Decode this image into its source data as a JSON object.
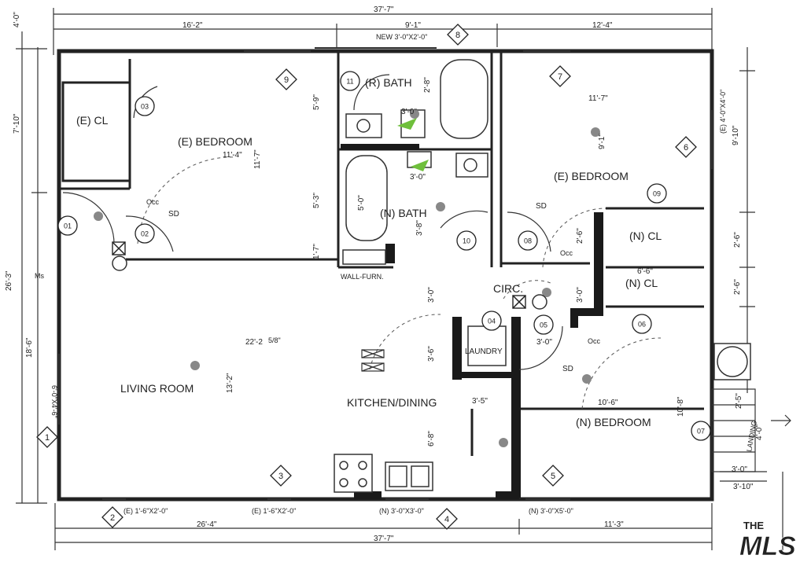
{
  "rooms": {
    "e_cl": "(E) CL",
    "e_bedroom_nw": "(E) BEDROOM",
    "r_bath": "(R) BATH",
    "n_bath": "(N) BATH",
    "e_bedroom_ne": "(E) BEDROOM",
    "n_cl_1": "(N) CL",
    "n_cl_2": "(N) CL",
    "circ": "CIRC.",
    "laundry": "LAUNDRY",
    "living_room": "LIVING ROOM",
    "kitchen_dining": "KITCHEN/DINING",
    "n_bedroom": "(N) BEDROOM"
  },
  "door_tags": [
    "01",
    "02",
    "03",
    "04",
    "05",
    "06",
    "07",
    "08",
    "09",
    "10",
    "11"
  ],
  "window_tags": [
    "1",
    "2",
    "3",
    "4",
    "5",
    "6",
    "7",
    "8",
    "9"
  ],
  "dimensions": {
    "top_overall": "37'-7\"",
    "top_left": "16'-2\"",
    "top_mid": "9'-1\"",
    "top_right": "12'-4\"",
    "bottom_overall": "37'-7\"",
    "bottom_left": "26'-4\"",
    "bottom_right": "11'-3\"",
    "left_top": "4'-0\"",
    "left_upper": "7'-10\"",
    "left_total": "26'-3\"",
    "left_lower": "18'-6\"",
    "bed_w": "11'-4\"",
    "bed_h": "11'-7\"",
    "dim_5_9": "5'-9\"",
    "dim_5_3": "5'-3\"",
    "dim_1_7": "1'-7\"",
    "bath_2_8": "2'-8\"",
    "bath_3_0": "3'-0\"",
    "bath_3_0b": "3'-0\"",
    "bath_5_0": "5'-0\"",
    "bath_3_8": "3'-8\"",
    "ebed_w": "11'-7\"",
    "ebed_h": "9'-1\"",
    "right_9_10": "9'-10\"",
    "dim_2_6": "2'-6\"",
    "right_2_6a": "2'-6\"",
    "right_2_6b": "2'-6\"",
    "cl_6_6": "6'-6\"",
    "circ_3_0a": "3'-0\"",
    "circ_3_0b": "3'-0\"",
    "circ_3_0c": "3'-0\"",
    "kit_22": "22'-2",
    "kit_22_frac": "5/8\"",
    "kit_3_6": "3'-6\"",
    "kit_13_2": "13'-2\"",
    "kit_6_8": "6'-8\"",
    "laundry_3_5": "3'-5\"",
    "nbed_w": "10'-6\"",
    "nbed_h": "10'-8\"",
    "stair_3_0": "3'-0\"",
    "stair_3_10": "3'-10\"",
    "stair_4_0": "4'-0\"",
    "stair_2_5": "2'-5\""
  },
  "windows": {
    "top_center": "NEW 3'-0\"X2'-0\"",
    "b1": "(E) 1'-6\"X2'-0\"",
    "b2": "(E) 1'-6\"X2'-0\"",
    "b3": "(N) 3'-0\"X3'-0\"",
    "b4": "(N) 3'-0\"X5'-0\"",
    "left_side": "6'-0\"X4'-6\"",
    "right_side": "(E) 4'-0\"X4'-0\""
  },
  "labels": {
    "wall_furn": "WALL-FURN.",
    "sd": "SD",
    "occ": "Occ",
    "ms": "Ms",
    "landing": "LANDING",
    "logo_the": "THE",
    "logo_mls": "MLS"
  },
  "colors": {
    "wall": "#1a1a1a",
    "logo": "#e2231a",
    "marker": "#6fbf3c"
  }
}
